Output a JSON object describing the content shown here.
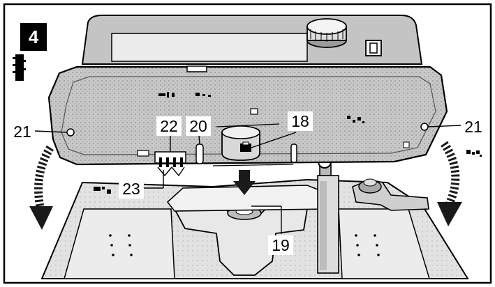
{
  "figure": {
    "step_number": "4",
    "callouts": {
      "c18": "18",
      "c19": "19",
      "c20": "20",
      "c21_left": "21",
      "c21_right": "21",
      "c22": "22",
      "c23": "23"
    }
  },
  "colors": {
    "frame": "#000000",
    "housing_light": "#d9d9d9",
    "housing_mid": "#b3b3b3",
    "housing_dark": "#7a7a7a",
    "lower_part": "#e6e6e6",
    "arrow": "#1a1a1a"
  }
}
